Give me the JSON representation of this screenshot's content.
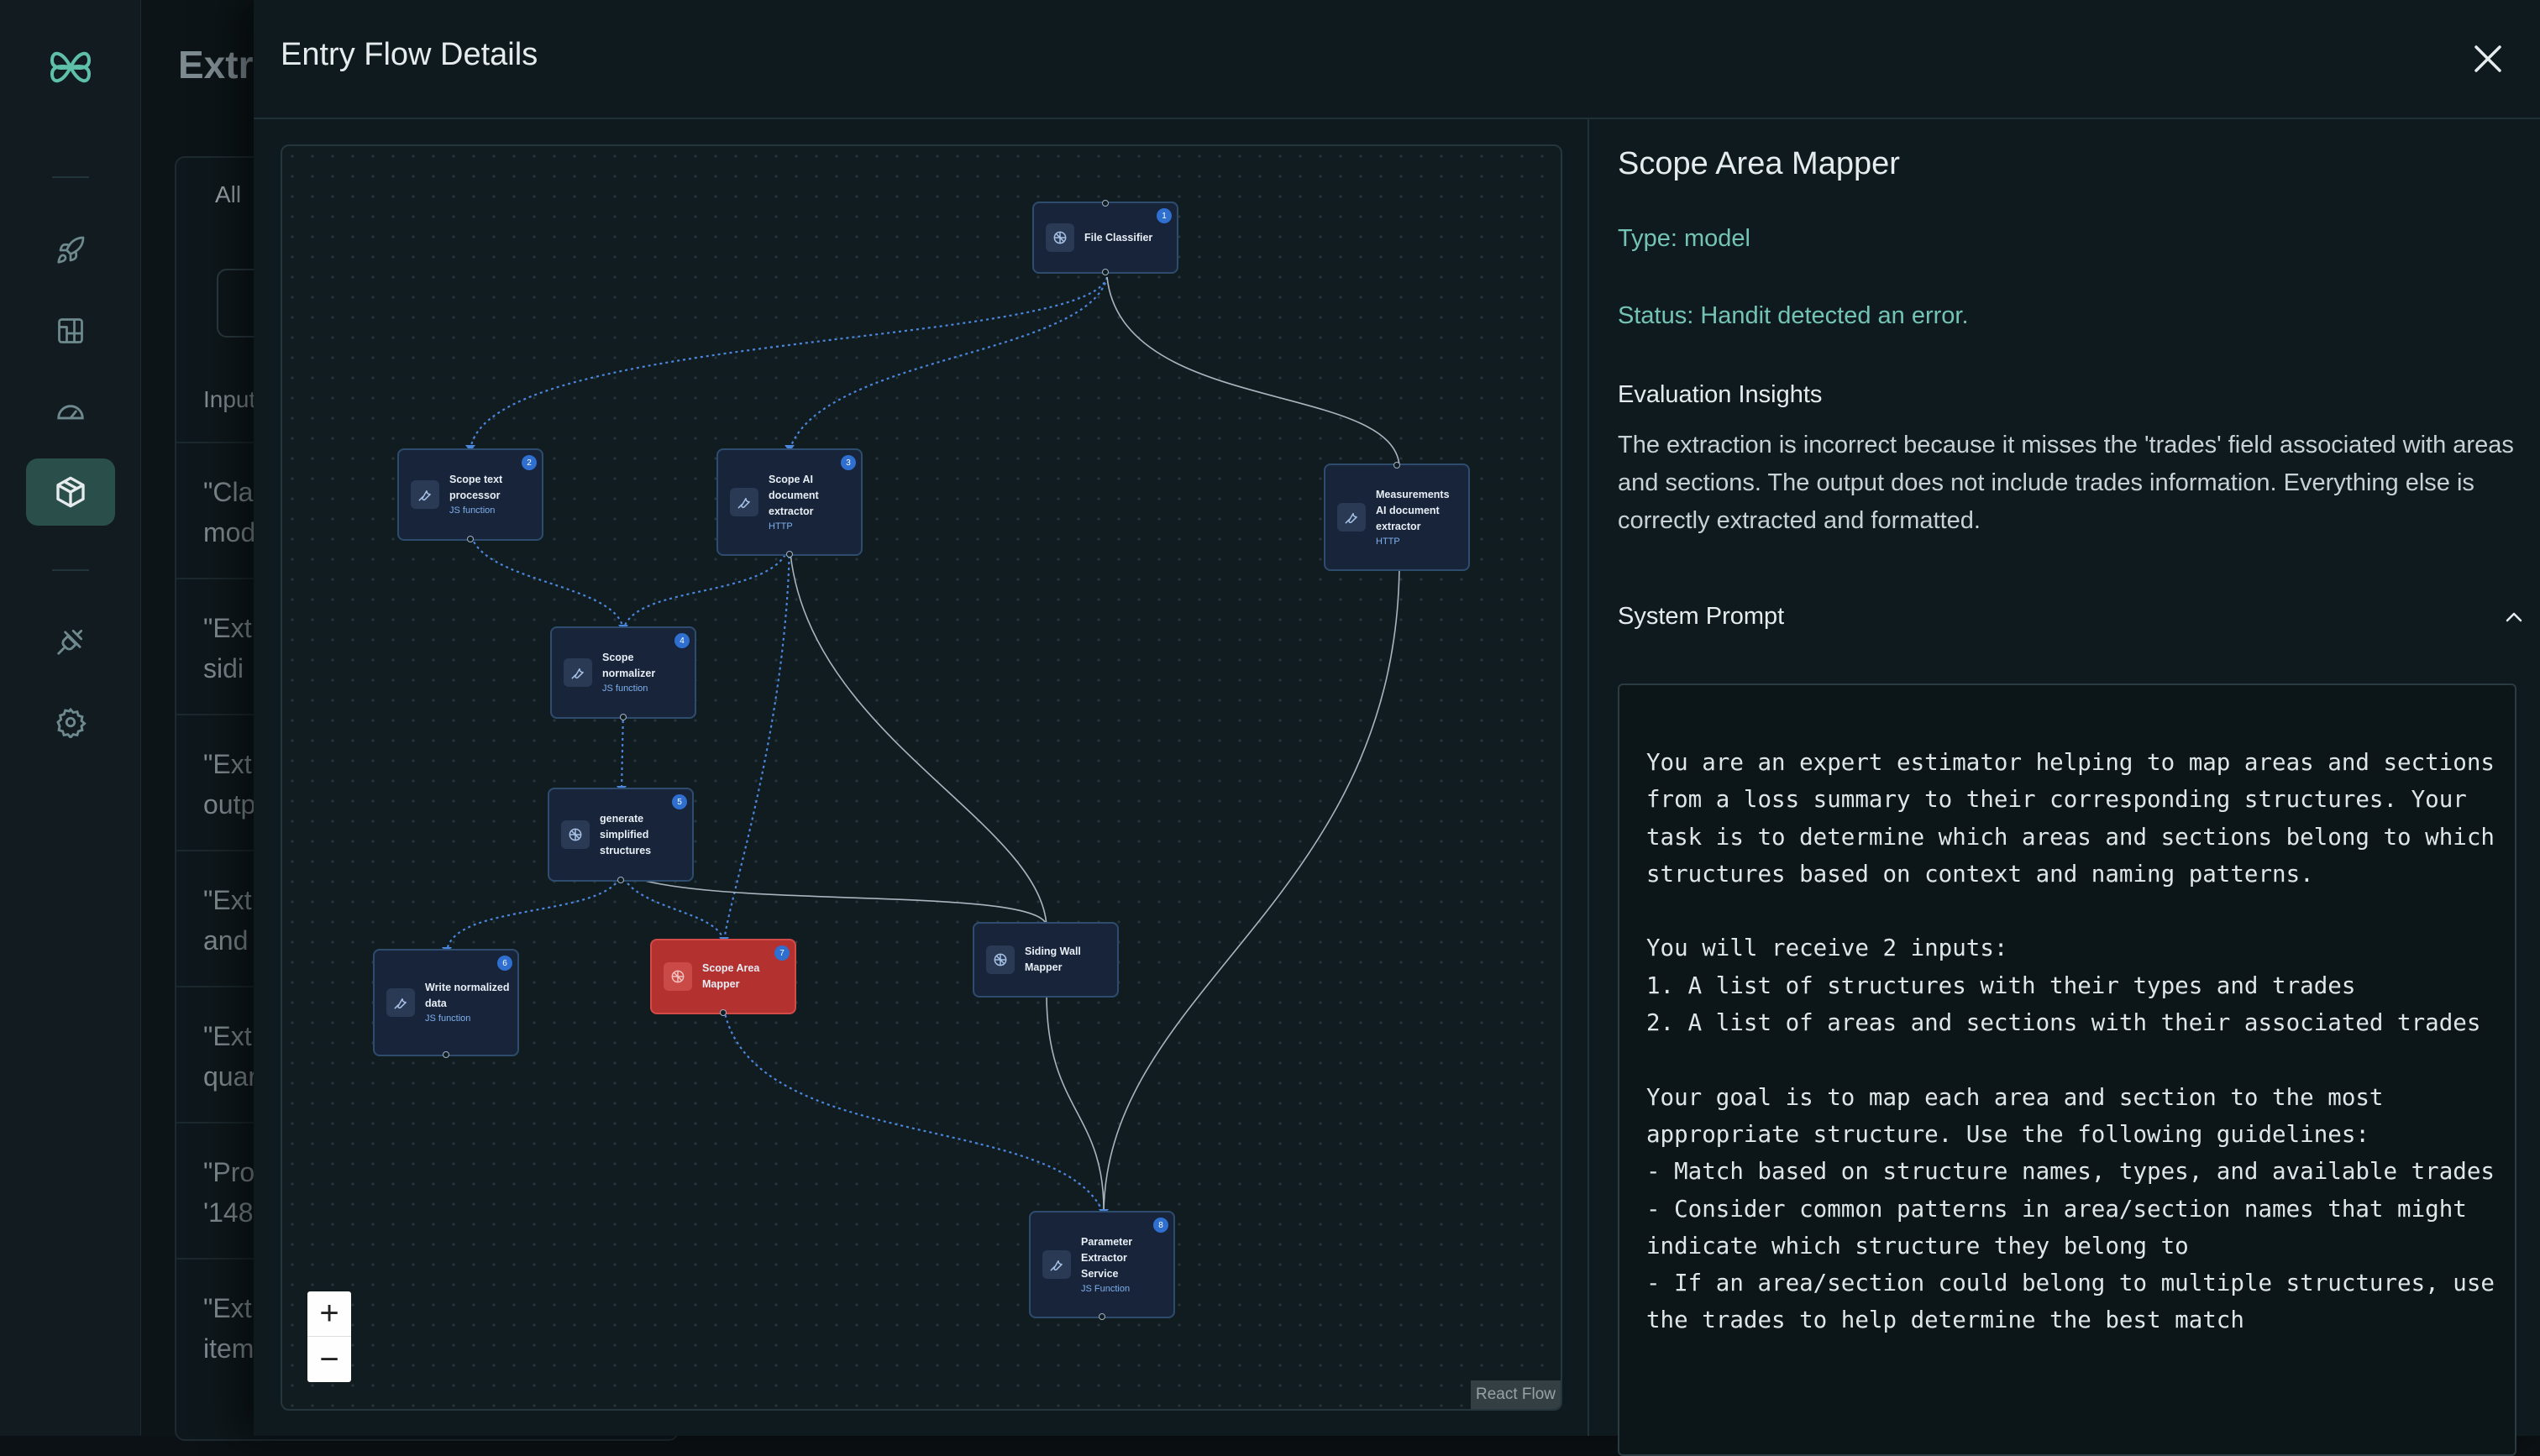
{
  "background": {
    "title": "Extr",
    "tab_all": "All",
    "column_header": "Input",
    "rows": [
      [
        "\"Cla",
        "mod"
      ],
      [
        "\"Ext",
        "sidi"
      ],
      [
        "\"Ext",
        "outp"
      ],
      [
        "\"Ext",
        "and"
      ],
      [
        "\"Ext",
        "quar"
      ],
      [
        "\"Pro",
        "'148"
      ],
      [
        "\"Ext",
        "item"
      ]
    ]
  },
  "sidebar": {
    "icons": [
      "logo-icon",
      "rocket-icon",
      "blueprint-icon",
      "gauge-icon",
      "cube-icon",
      "plug-icon",
      "settings-icon"
    ],
    "active": "cube-icon"
  },
  "modal": {
    "title": "Entry Flow Details",
    "close_icon": "close-icon"
  },
  "flow": {
    "attribution": "React Flow",
    "zoom_in": "+",
    "zoom_out": "−",
    "nodes": [
      {
        "label": "File Classifier",
        "sub": "",
        "badge": "1",
        "icon": "brain-icon",
        "error": false
      },
      {
        "label": "Scope text processor",
        "sub": "JS function",
        "badge": "2",
        "icon": "wrench-icon",
        "error": false
      },
      {
        "label": "Scope AI document extractor",
        "sub": "HTTP",
        "badge": "3",
        "icon": "wrench-icon",
        "error": false
      },
      {
        "label": "Measurements AI document extractor",
        "sub": "HTTP",
        "badge": "",
        "icon": "wrench-icon",
        "error": false
      },
      {
        "label": "Scope normalizer",
        "sub": "JS function",
        "badge": "4",
        "icon": "wrench-icon",
        "error": false
      },
      {
        "label": "generate simplified structures",
        "sub": "",
        "badge": "5",
        "icon": "brain-icon",
        "error": false
      },
      {
        "label": "Write normalized data",
        "sub": "JS function",
        "badge": "6",
        "icon": "wrench-icon",
        "error": false
      },
      {
        "label": "Scope Area Mapper",
        "sub": "",
        "badge": "7",
        "icon": "brain-icon",
        "error": true
      },
      {
        "label": "Siding Wall Mapper",
        "sub": "",
        "badge": "",
        "icon": "brain-icon",
        "error": false
      },
      {
        "label": "Parameter Extractor Service",
        "sub": "JS Function",
        "badge": "8",
        "icon": "wrench-icon",
        "error": false
      }
    ],
    "colors": {
      "executed_edge": "#4a86dc",
      "idle_edge": "#aab4bf",
      "error_node": "#b3312f",
      "badge": "#2f6fd0"
    }
  },
  "details": {
    "title": "Scope Area Mapper",
    "type": "Type: model",
    "status": "Status: Handit detected an error.",
    "eval_heading": "Evaluation Insights",
    "eval_text": "The extraction is incorrect because it misses the 'trades' field associated with areas and sections. The output does not include trades information. Everything else is correctly extracted and formatted.",
    "system_prompt_heading": "System Prompt",
    "system_prompt_toggle_icon": "chevron-up-icon",
    "system_prompt": "You are an expert estimator helping to map areas and sections from a loss summary to their corresponding structures. Your task is to determine which areas and sections belong to which structures based on context and naming patterns.\n\nYou will receive 2 inputs:\n1. A list of structures with their types and trades\n2. A list of areas and sections with their associated trades\n\nYour goal is to map each area and section to the most appropriate structure. Use the following guidelines:\n- Match based on structure names, types, and available trades\n- Consider common patterns in area/section names that might indicate which structure they belong to\n- If an area/section could belong to multiple structures, use the trades to help determine the best match"
  }
}
